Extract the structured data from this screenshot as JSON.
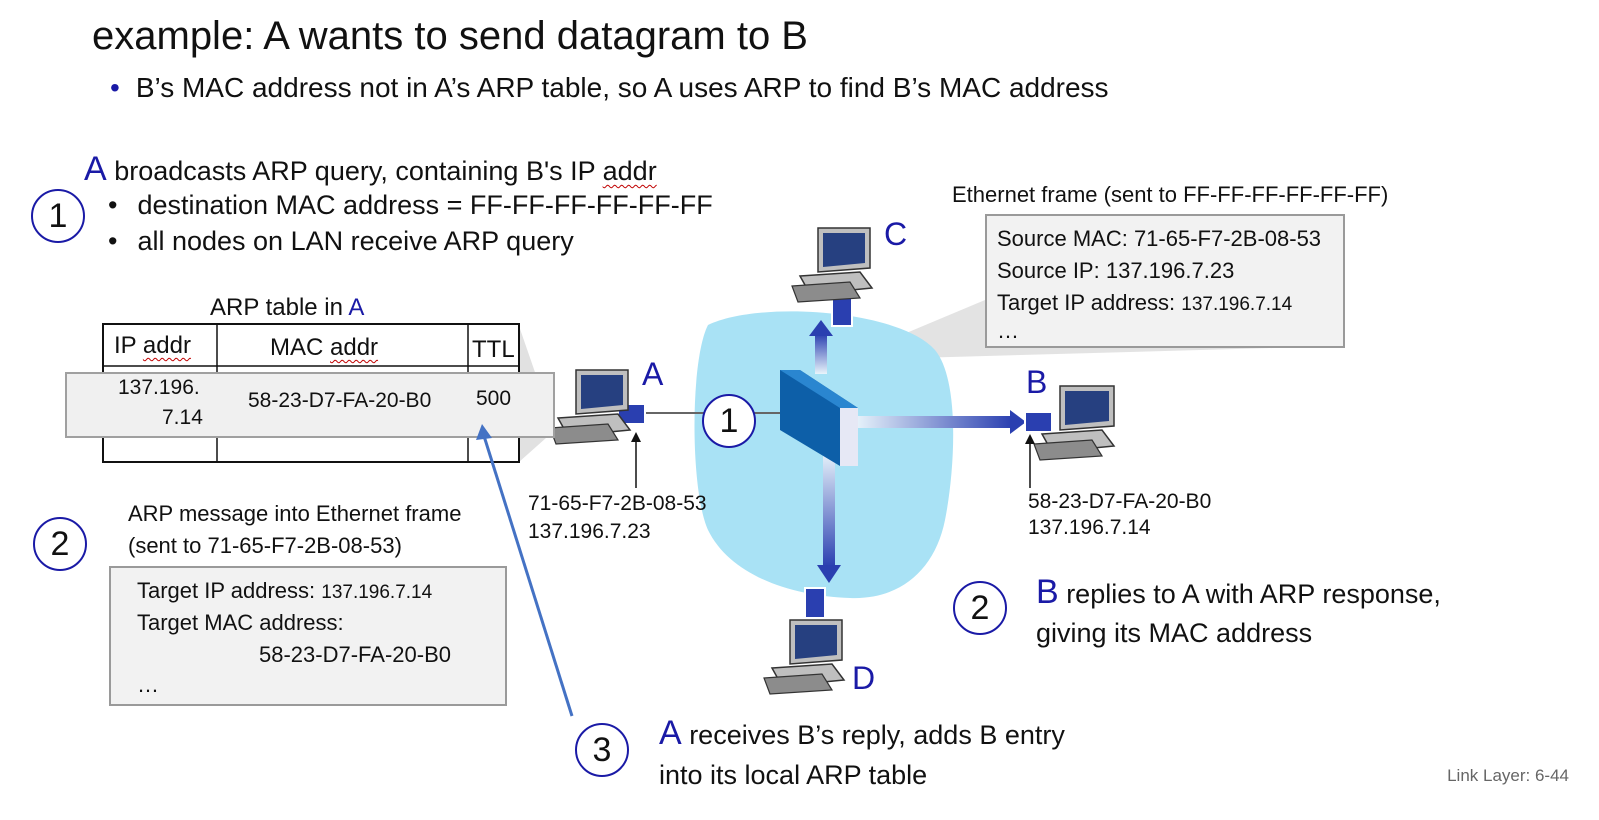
{
  "title": "example: A wants to send datagram to B",
  "subtitle": "B’s MAC address not in A’s ARP table, so A uses ARP to find B’s MAC address",
  "step1": {
    "num": "1",
    "lead_letter": "A",
    "lead_text": " broadcasts ARP query, containing B's IP ",
    "lead_squiggle": "addr",
    "bullets": [
      "destination MAC address = FF-FF-FF-FF-FF-FF",
      "all nodes on LAN receive ARP query"
    ]
  },
  "arp_table": {
    "caption_prefix": "ARP table in ",
    "caption_node": "A",
    "headers": {
      "ip": "IP ",
      "ip_squiggle": "addr",
      "mac": "MAC ",
      "mac_squiggle": "addr",
      "ttl": "TTL"
    },
    "row": {
      "ip_line1": "137.196.",
      "ip_line2": "7.14",
      "mac": "58-23-D7-FA-20-B0",
      "ttl": "500"
    }
  },
  "ethernet_frame": {
    "caption": "Ethernet frame (sent to FF-FF-FF-FF-FF-FF)",
    "source_mac_label": "Source MAC:  ",
    "source_mac": "71-65-F7-2B-08-53",
    "source_ip_label": "Source IP: ",
    "source_ip": "137.196.7.23",
    "target_ip_label": "Target IP address: ",
    "target_ip": "137.196.7.14",
    "ellipsis": "…"
  },
  "nodes": {
    "a": {
      "label": "A",
      "mac": "71-65-F7-2B-08-53",
      "ip": "137.196.7.23"
    },
    "b": {
      "label": "B",
      "mac": "58-23-D7-FA-20-B0",
      "ip": "137.196.7.14"
    },
    "c": {
      "label": "C"
    },
    "d": {
      "label": "D"
    },
    "switch_step": "1"
  },
  "step2": {
    "num": "2",
    "caption_line1": "ARP message into Ethernet frame",
    "caption_line2": "(sent to 71-65-F7-2B-08-53)",
    "target_ip_label": "Target IP address: ",
    "target_ip": "137.196.7.14",
    "target_mac_label": "Target MAC address:",
    "target_mac": "58-23-D7-FA-20-B0",
    "ellipsis": "…",
    "reply_letter": "B",
    "reply_line1": " replies to A with ARP response,",
    "reply_line2": "giving its MAC address"
  },
  "step3": {
    "num": "3",
    "letter": "A",
    "line1": " receives B’s reply, adds B entry",
    "line2": "into its local ARP table"
  },
  "footer": "Link Layer: 6-44",
  "colors": {
    "accent_blue": "#1a1aa6",
    "lan_cloud": "#a9e2f5",
    "arrow_blue": "#2f55c8"
  }
}
